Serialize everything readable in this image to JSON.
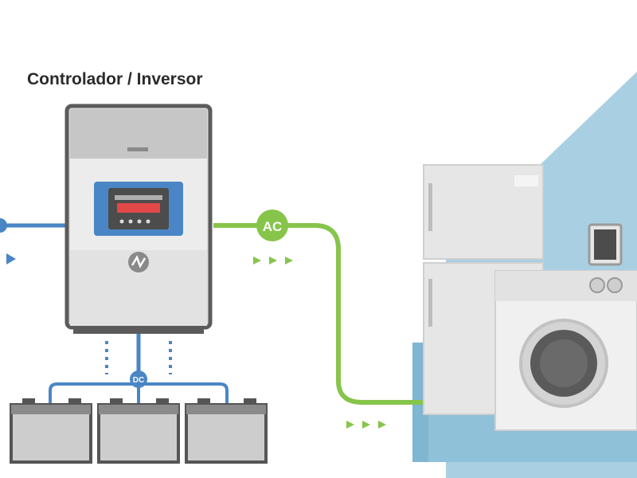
{
  "diagram": {
    "controller_label": "Controlador / Inversor",
    "ac_label": "AC",
    "dc_label": "DC"
  },
  "colors": {
    "dc_line": "#4a86c5",
    "ac_line": "#86c54a",
    "house_roof": "#9fc8db",
    "appliance": "#e4e4e4",
    "screen": "#4a86c5",
    "battery": "#c9c9c9"
  },
  "icons": [
    "battery-icon",
    "fridge-icon",
    "washing-machine-icon",
    "inverter-icon",
    "arrow-right-icon"
  ]
}
